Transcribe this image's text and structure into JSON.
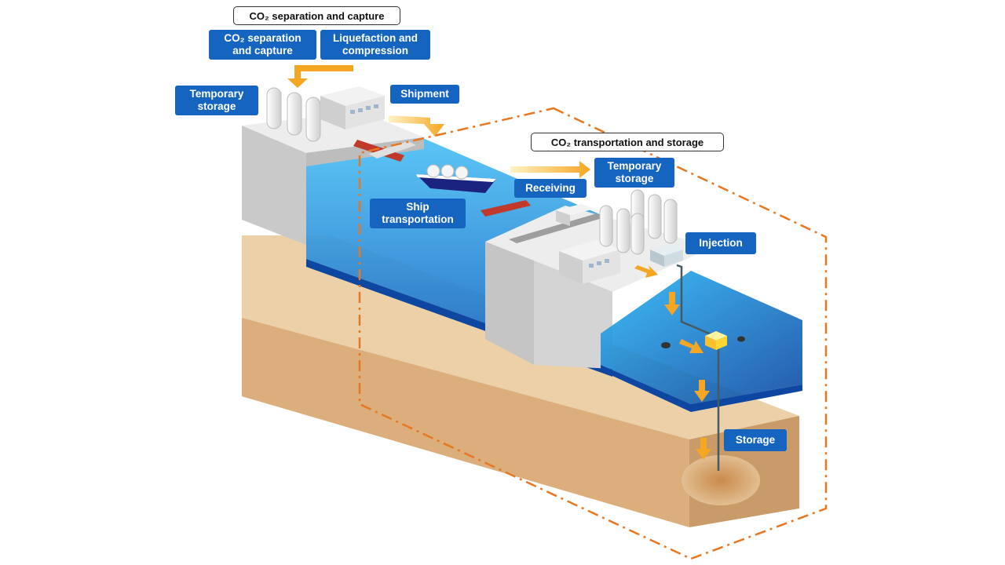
{
  "headers": {
    "capture_section": "CO₂ separation and capture",
    "transport_section": "CO₂ transportation and storage"
  },
  "labels": {
    "separation_capture": "CO₂ separation and capture",
    "liquefaction": "Liquefaction and compression",
    "temporary_storage_left": "Temporary storage",
    "shipment": "Shipment",
    "ship_transportation": "Ship transportation",
    "receiving": "Receiving",
    "temporary_storage_right": "Temporary storage",
    "injection": "Injection",
    "storage": "Storage"
  },
  "colors": {
    "label_bg": "#1565c0",
    "arrow": "#f5a623",
    "boundary": "#e87722",
    "sea": "#1e88e5",
    "seabed": "#e2be92",
    "building": "#d6d6d6"
  }
}
